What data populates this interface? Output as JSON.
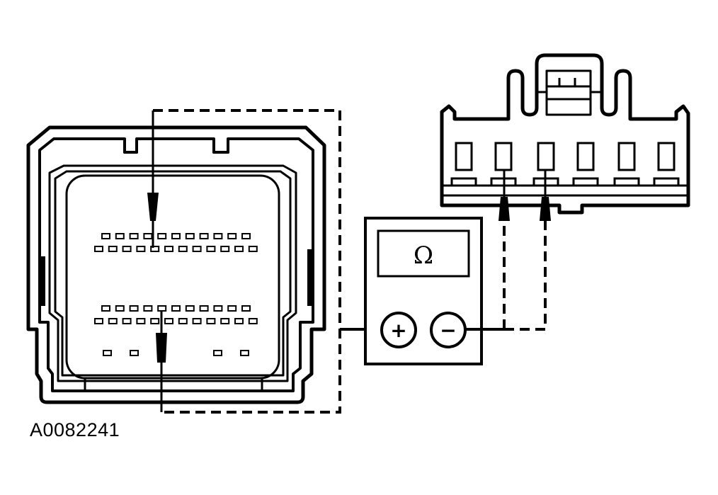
{
  "figure": {
    "id_label": "A0082241",
    "line_color": "#000000",
    "background_color": "#ffffff"
  },
  "ecu_connector": {
    "top_row_a_pin_count": 11,
    "top_row_b_pin_count": 12,
    "bottom_row_a_pin_count": 11,
    "bottom_row_b_pin_count": 12,
    "extra_pin_count": 4
  },
  "harness_connector": {
    "cavity_count": 6
  },
  "ohmmeter": {
    "display_symbol": "Ω",
    "positive_terminal": "+",
    "negative_terminal": "−"
  }
}
